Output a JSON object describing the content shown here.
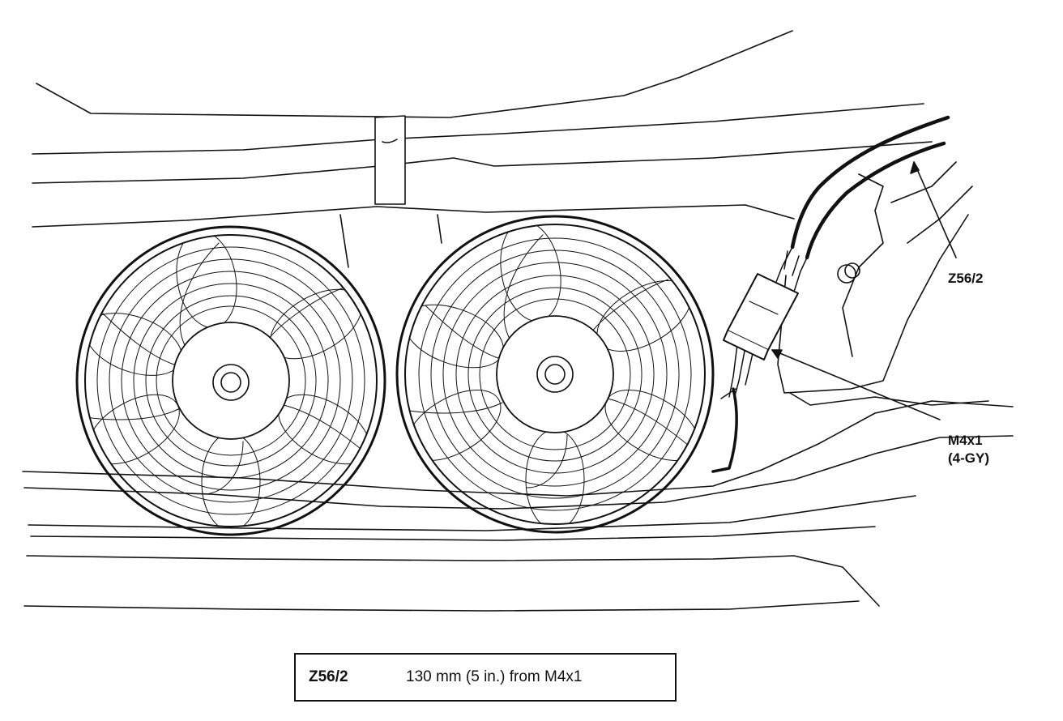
{
  "callouts": {
    "z56_2": "Z56/2",
    "m4x1_line1": "M4x1",
    "m4x1_line2": "(4-GY)"
  },
  "caption": {
    "code": "Z56/2",
    "text": "130 mm (5 in.) from M4x1"
  },
  "colors": {
    "ink": "#111111",
    "paper": "#ffffff"
  }
}
